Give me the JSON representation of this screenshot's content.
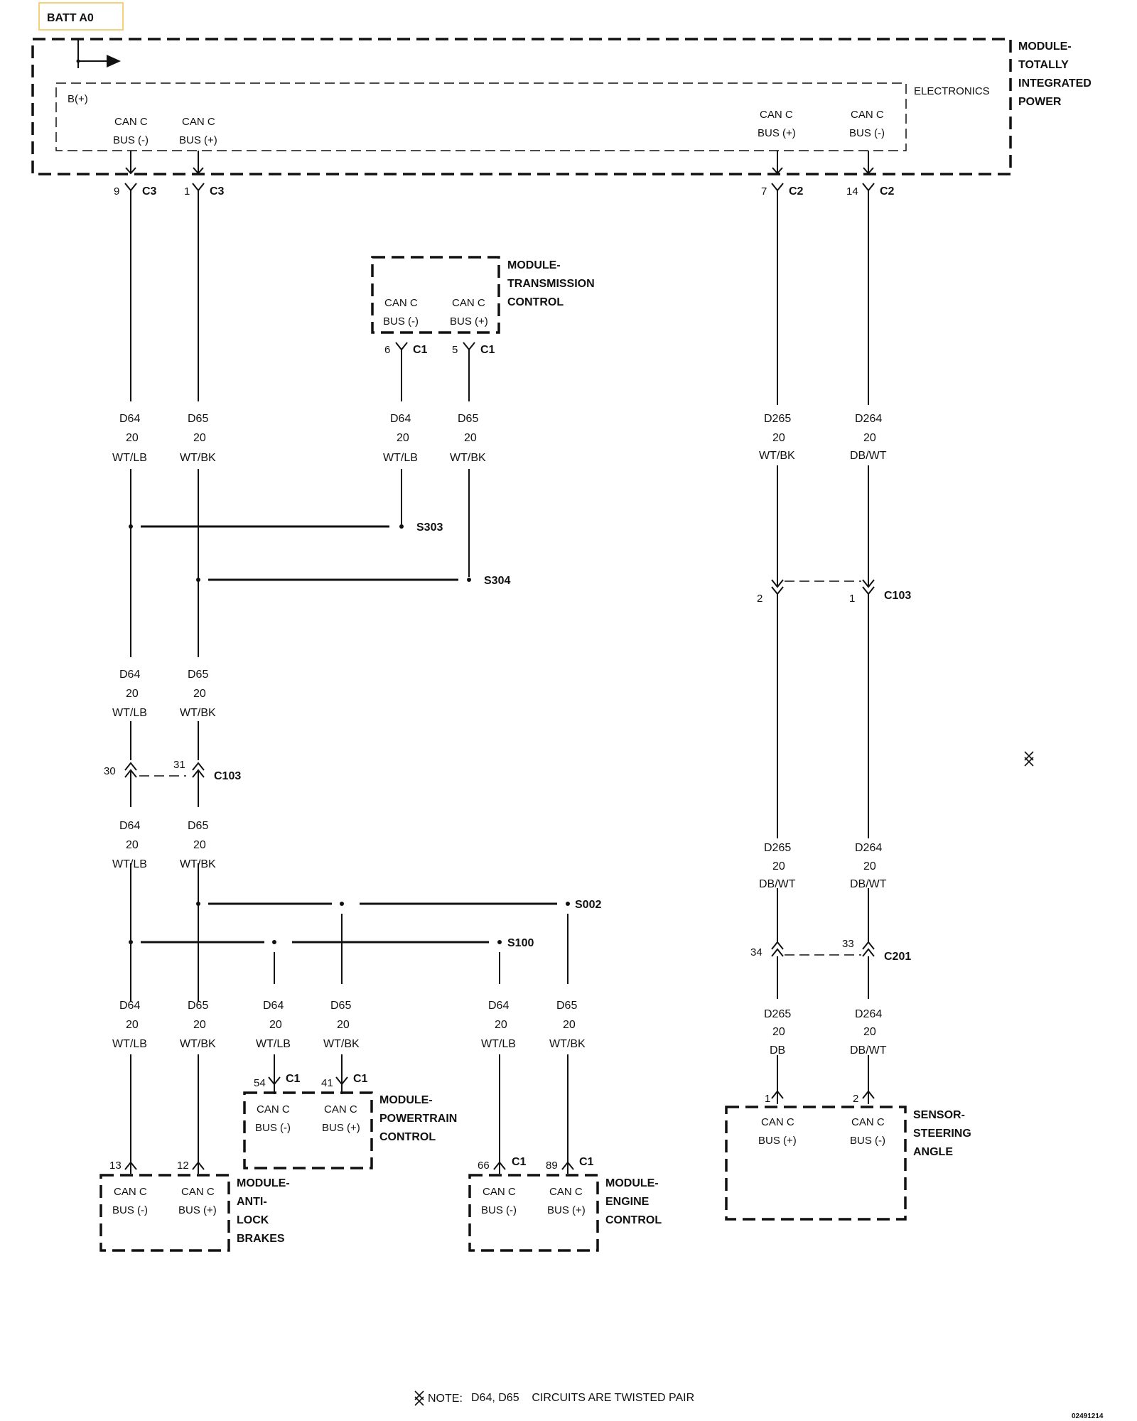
{
  "batt": "BATT A0",
  "modules": {
    "tipm": {
      "l1": "MODULE-",
      "l2": "TOTALLY",
      "l3": "INTEGRATED",
      "l4": "POWER",
      "sub": "ELECTRONICS",
      "bplus": "B(+)"
    },
    "tcm": {
      "l1": "MODULE-",
      "l2": "TRANSMISSION",
      "l3": "CONTROL"
    },
    "pcm": {
      "l1": "MODULE-",
      "l2": "POWERTRAIN",
      "l3": "CONTROL"
    },
    "abs": {
      "l1": "MODULE-",
      "l2": "ANTI-",
      "l3": "LOCK",
      "l4": "BRAKES"
    },
    "ecm": {
      "l1": "MODULE-",
      "l2": "ENGINE",
      "l3": "CONTROL"
    },
    "sas": {
      "l1": "SENSOR-",
      "l2": "STEERING",
      "l3": "ANGLE"
    }
  },
  "pins": {
    "can": "CAN C",
    "bus_neg": "BUS (-)",
    "bus_pos": "BUS (+)"
  },
  "connectors": {
    "c3": "C3",
    "c2": "C2",
    "c1": "C1",
    "c103": "C103",
    "c201": "C201",
    "p9": "9",
    "p1": "1",
    "p7": "7",
    "p14": "14",
    "p6": "6",
    "p5": "5",
    "p2": "2",
    "p1b": "1",
    "p30": "30",
    "p31": "31",
    "p34": "34",
    "p33": "33",
    "p54": "54",
    "p41": "41",
    "p13": "13",
    "p12": "12",
    "p66": "66",
    "p89": "89",
    "p1s": "1",
    "p2s": "2"
  },
  "wires": {
    "d64": "D64",
    "d65": "D65",
    "d265": "D265",
    "d264": "D264",
    "gauge": "20",
    "wtlb": "WT/LB",
    "wtbk": "WT/BK",
    "dbwt": "DB/WT",
    "db": "DB"
  },
  "splices": {
    "s303": "S303",
    "s304": "S304",
    "s002": "S002",
    "s100": "S100"
  },
  "note": {
    "label": "NOTE:",
    "text": "D64, D65    CIRCUITS ARE TWISTED PAIR"
  },
  "doc_id": "02491214"
}
